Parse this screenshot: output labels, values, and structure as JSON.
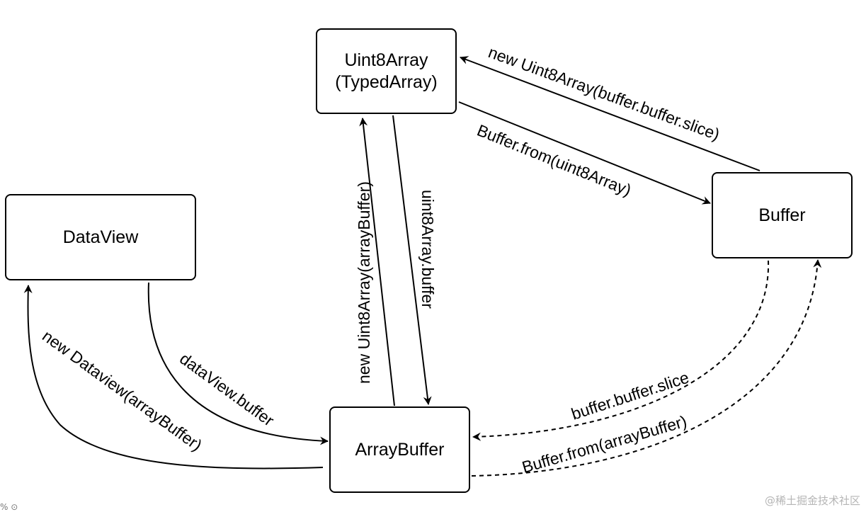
{
  "nodes": {
    "uint8array": {
      "line1": "Uint8Array",
      "line2": "(TypedArray)"
    },
    "dataview": {
      "label": "DataView"
    },
    "buffer": {
      "label": "Buffer"
    },
    "arraybuffer": {
      "label": "ArrayBuffer"
    }
  },
  "edges": {
    "buffer_to_uint8": "new Uint8Array(buffer.buffer.slice)",
    "uint8_to_buffer": "Buffer.from(uint8Array)",
    "arraybuffer_to_uint8": "new Uint8Array(arrayBuffer)",
    "uint8_to_arraybuffer": "uint8Array.buffer",
    "arraybuffer_to_dataview": "new Dataview(arrayBuffer)",
    "dataview_to_arraybuffer": "dataView.buffer",
    "buffer_to_arraybuffer": "buffer.buffer.slice",
    "arraybuffer_to_buffer": "Buffer.from(arrayBuffer)"
  },
  "watermark": "@稀土掘金技术社区",
  "corner_mark": "% ⊙"
}
